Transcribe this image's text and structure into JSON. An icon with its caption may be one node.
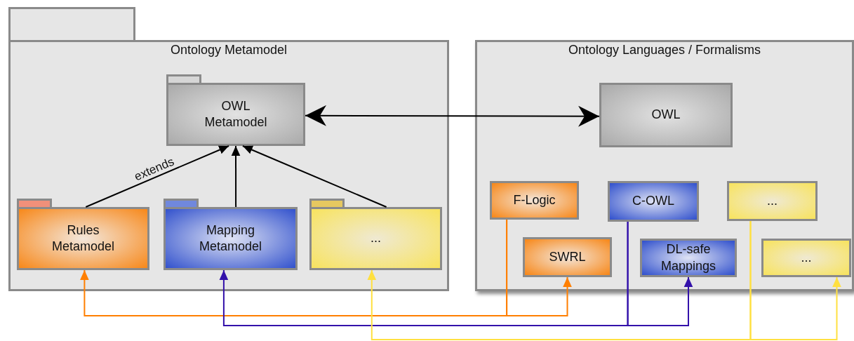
{
  "diagram": {
    "nodes": [
      {
        "text": [
          "Ontology Metamodel"
        ]
      },
      {
        "text": [
          "OWL Metamodel"
        ],
        "in": 0
      },
      {
        "text": [
          "Rules Metamodel"
        ],
        "in": 0
      },
      {
        "text": [
          "Mapping Metamodel"
        ],
        "in": 0
      },
      {
        "text": [
          "..."
        ],
        "in": 0
      },
      {
        "text": [
          "Ontology Languages / Formalisms"
        ]
      },
      {
        "text": [
          "OWL"
        ],
        "in": 5
      },
      {
        "text": [
          "F-Logic"
        ],
        "in": 5
      },
      {
        "text": [
          "C-OWL"
        ],
        "in": 5
      },
      {
        "text": [
          "..."
        ],
        "in": 5
      },
      {
        "text": [
          "SWRL"
        ],
        "in": 5
      },
      {
        "text": [
          "DL-safe Mappings"
        ],
        "in": 5
      },
      {
        "text": [
          "..."
        ],
        "in": 5
      }
    ],
    "edges": [
      {
        "from": 1,
        "to": 6,
        "arrow": "both"
      },
      {
        "from": 2,
        "to": 1,
        "arrow": "to",
        "label": "extends"
      },
      {
        "from": 3,
        "to": 1,
        "arrow": "to"
      },
      {
        "from": 4,
        "to": 1,
        "arrow": "to"
      },
      {
        "from": 7,
        "to": 2,
        "arrow": "to",
        "color": "#ff7f00"
      },
      {
        "from": 7,
        "to": 10,
        "arrow": "to",
        "color": "#ff7f00"
      },
      {
        "from": 8,
        "to": 3,
        "arrow": "to",
        "color": "#3311aa"
      },
      {
        "from": 8,
        "to": 11,
        "arrow": "to",
        "color": "#3311aa"
      },
      {
        "from": 9,
        "to": 4,
        "arrow": "to",
        "color": "#ffe040"
      },
      {
        "from": 9,
        "to": 12,
        "arrow": "to",
        "color": "#ffe040"
      }
    ]
  }
}
